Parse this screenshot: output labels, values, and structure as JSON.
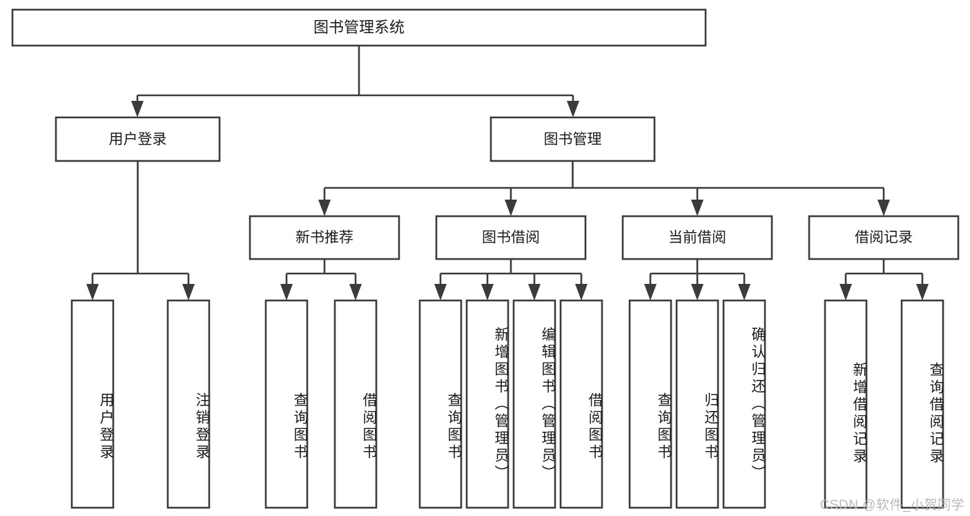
{
  "diagram": {
    "title": "图书管理系统",
    "type": "tree",
    "watermark": "CSDN @软件_小贺同学",
    "colors": {
      "box_stroke": "#3b3b3b",
      "box_fill": "#ffffff",
      "text": "#1b1b1b",
      "watermark": "#b9b9b9",
      "background": "#ffffff"
    },
    "root": {
      "label": "图书管理系统"
    },
    "level2": [
      {
        "label": "用户登录"
      },
      {
        "label": "图书管理"
      }
    ],
    "level3": [
      {
        "label": "新书推荐"
      },
      {
        "label": "图书借阅"
      },
      {
        "label": "当前借阅"
      },
      {
        "label": "借阅记录"
      }
    ],
    "groups": [
      {
        "parent": "用户登录",
        "leaves": [
          {
            "label": "用户登录"
          },
          {
            "label": "注销登录"
          }
        ]
      },
      {
        "parent": "新书推荐",
        "leaves": [
          {
            "label": "查询图书"
          },
          {
            "label": "借阅图书"
          }
        ]
      },
      {
        "parent": "图书借阅",
        "leaves": [
          {
            "label": "查询图书"
          },
          {
            "label": "新增图书（管理员）"
          },
          {
            "label": "编辑图书（管理员）"
          },
          {
            "label": "借阅图书"
          }
        ]
      },
      {
        "parent": "当前借阅",
        "leaves": [
          {
            "label": "查询图书"
          },
          {
            "label": "归还图书"
          },
          {
            "label": "确认归还（管理员）"
          }
        ]
      },
      {
        "parent": "借阅记录",
        "leaves": [
          {
            "label": "新增借阅记录"
          },
          {
            "label": "查询借阅记录"
          }
        ]
      }
    ]
  }
}
